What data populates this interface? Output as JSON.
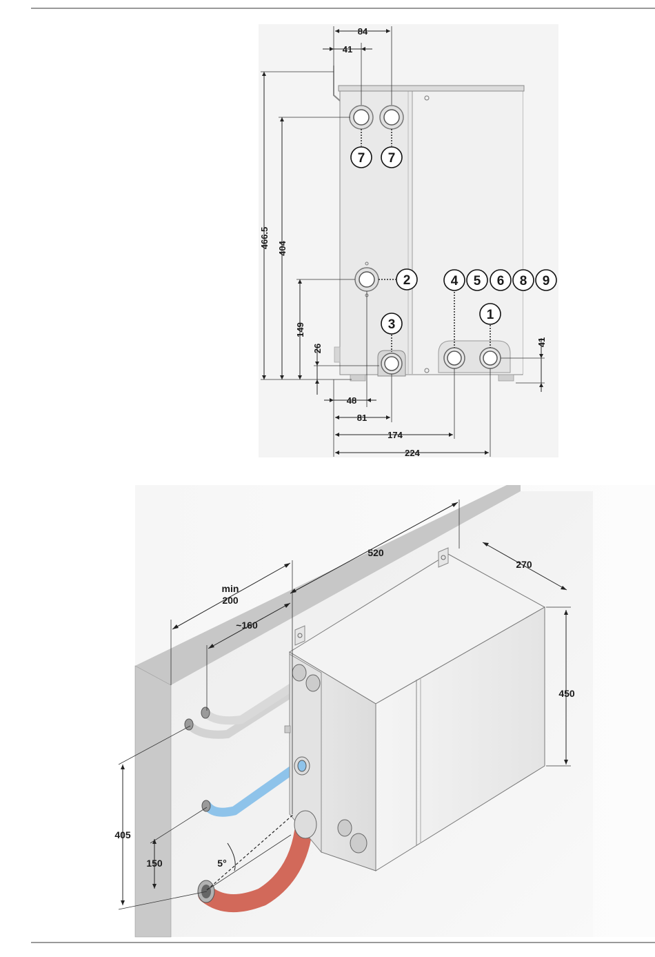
{
  "front_view": {
    "dimensions": {
      "d84": "84",
      "d41_top": "41",
      "d466": "466.5",
      "d404": "404",
      "d149": "149",
      "d26": "26",
      "d41_right": "41",
      "d48": "48",
      "d81": "81",
      "d174": "174",
      "d224": "224"
    },
    "callouts": {
      "c7a": "7",
      "c7b": "7",
      "c2": "2",
      "c3": "3",
      "c1": "1",
      "c4": "4",
      "c5": "5",
      "c6": "6",
      "c8": "8",
      "c9": "9"
    }
  },
  "install_view": {
    "dimensions": {
      "d520": "520",
      "d270": "270",
      "min_label": "min",
      "min_value": "200",
      "d160": "~160",
      "d450": "450",
      "d405": "405",
      "d150": "150",
      "angle": "5°"
    },
    "colors": {
      "cold_pipe": "#8ec3ea",
      "hot_pipe": "#d2695a",
      "grey_pipe": "#d3d3d3"
    }
  }
}
